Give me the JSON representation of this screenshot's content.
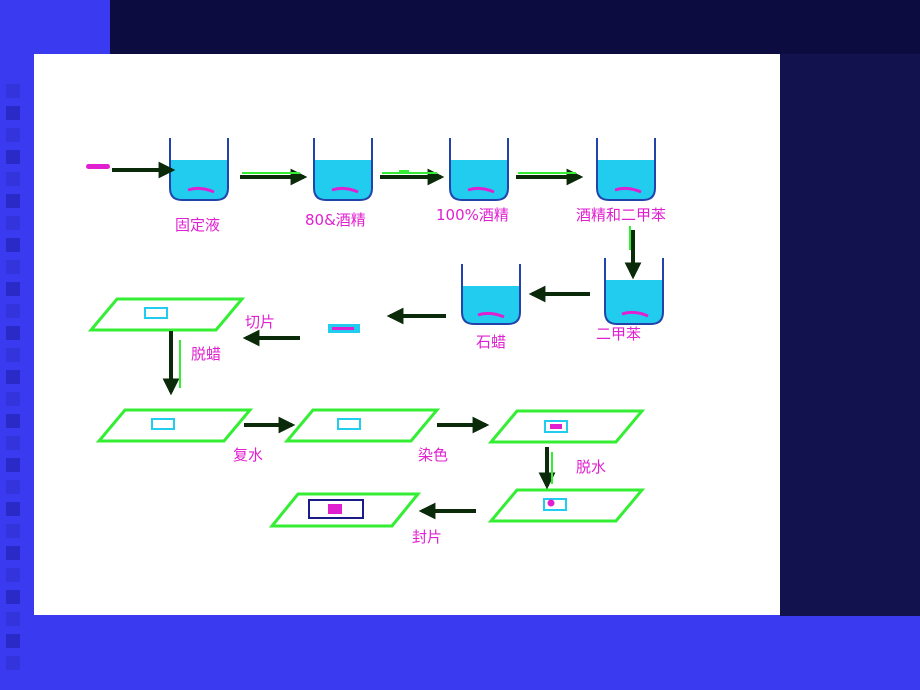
{
  "diagram": {
    "labels": {
      "fixative": "固定液",
      "alcohol_80": "80&酒精",
      "alcohol_100": "100%酒精",
      "alcohol_xylene": "酒精和二甲苯",
      "xylene": "二甲苯",
      "paraffin": "石蜡",
      "sectioning": "切片",
      "dewaxing": "脱蜡",
      "rehydration": "复水",
      "staining": "染色",
      "dehydration": "脱水",
      "mounting": "封片"
    },
    "colors": {
      "background": "#3a3af0",
      "card": "#ffffff",
      "liquid": "#22ccee",
      "arrow": "#0a2a0a",
      "slide": "#33ee33",
      "label": "#e020d0",
      "specimen": "#e020d0"
    }
  }
}
